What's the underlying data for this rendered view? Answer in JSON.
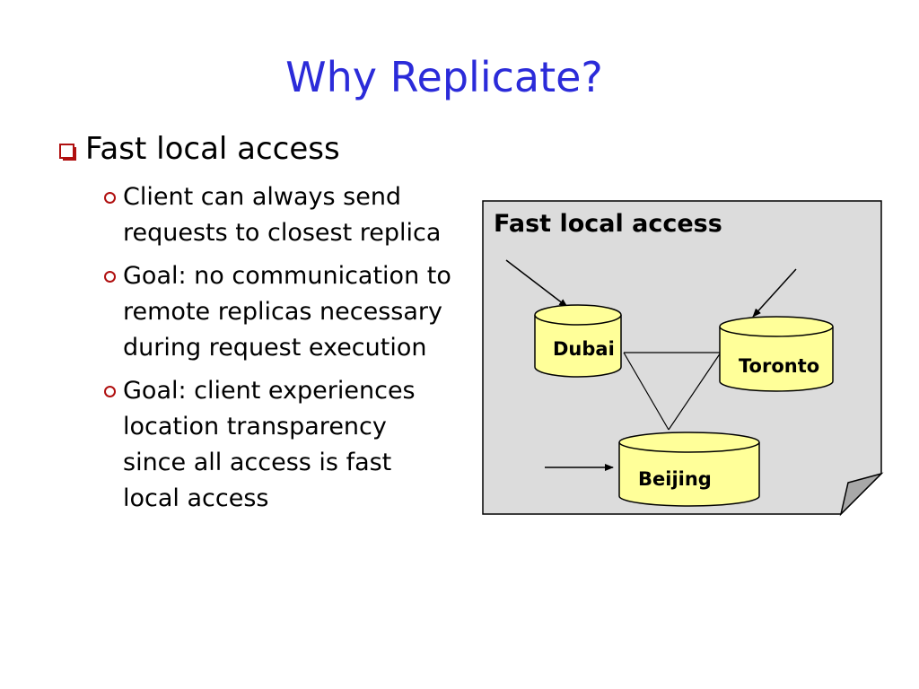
{
  "title": "Why Replicate?",
  "bullet": "Fast local access",
  "sub_bullets": [
    "Client can always send requests to closest replica",
    "Goal: no communication to remote replicas necessary during request execution",
    "Goal: client experiences location transparency since all access is fast local access"
  ],
  "diagram": {
    "heading": "Fast local access",
    "replicas": [
      "Dubai",
      "Toronto",
      "Beijing"
    ],
    "colors": {
      "panel": "#dcdcdc",
      "cylinder": "#ffff99",
      "fold": "#a8a8a8"
    }
  }
}
